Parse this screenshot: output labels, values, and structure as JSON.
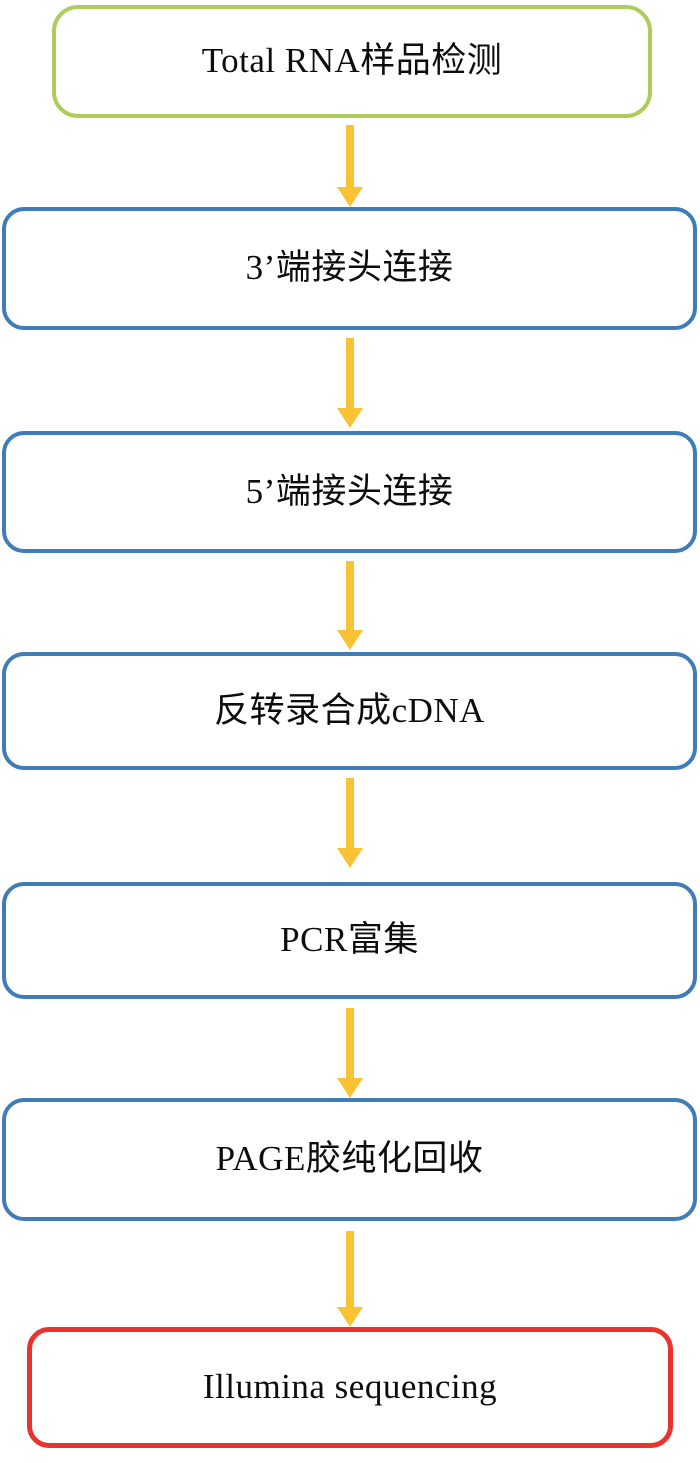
{
  "diagram": {
    "title": "Small RNA sequencing library construction workflow",
    "orientation": "vertical-top-to-bottom",
    "colors": {
      "start_border": "#aecc5a",
      "process_border": "#3f7cb8",
      "end_border": "#e8342c",
      "arrow": "#f9c335",
      "node_fill": "#ffffff",
      "text": "#0d0d0d",
      "page_background": "#ffffff"
    },
    "nodes": [
      {
        "id": "n1",
        "label": "Total RNA样品检测",
        "role": "start"
      },
      {
        "id": "n2",
        "label": "3’端接头连接",
        "role": "process"
      },
      {
        "id": "n3",
        "label": "5’端接头连接",
        "role": "process"
      },
      {
        "id": "n4",
        "label": "反转录合成cDNA",
        "role": "process"
      },
      {
        "id": "n5",
        "label": "PCR富集",
        "role": "process"
      },
      {
        "id": "n6",
        "label": "PAGE胶纯化回收",
        "role": "process"
      },
      {
        "id": "n7",
        "label": "Illumina sequencing",
        "role": "end"
      }
    ],
    "edges": [
      {
        "from": "n1",
        "to": "n2",
        "style": "arrow-down"
      },
      {
        "from": "n2",
        "to": "n3",
        "style": "arrow-down"
      },
      {
        "from": "n3",
        "to": "n4",
        "style": "arrow-down"
      },
      {
        "from": "n4",
        "to": "n5",
        "style": "arrow-down"
      },
      {
        "from": "n5",
        "to": "n6",
        "style": "arrow-down"
      },
      {
        "from": "n6",
        "to": "n7",
        "style": "arrow-down"
      }
    ]
  }
}
